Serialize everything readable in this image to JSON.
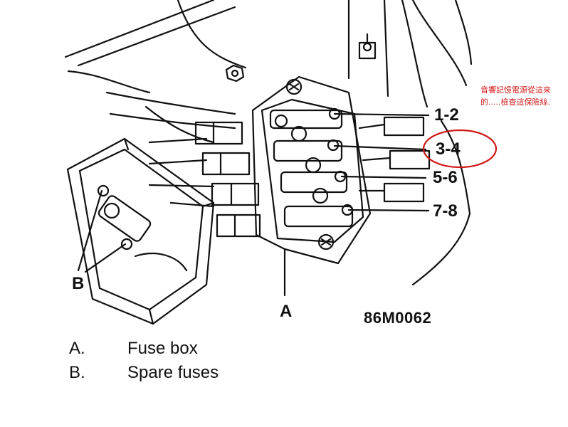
{
  "diagram": {
    "fuse_labels": [
      "1-2",
      "3-4",
      "5-6",
      "7-8"
    ],
    "pointer_labels": {
      "fuse_box": "A",
      "spare_fuses": "B"
    },
    "reference_code": "86M0062",
    "legend": [
      {
        "letter": "A.",
        "text": "Fuse box"
      },
      {
        "letter": "B.",
        "text": "Spare fuses"
      }
    ],
    "annotation": {
      "text": "音響記憶電源從這來的.....檢查這保險絲.",
      "color": "#d01818",
      "circled_label": "3-4"
    }
  }
}
